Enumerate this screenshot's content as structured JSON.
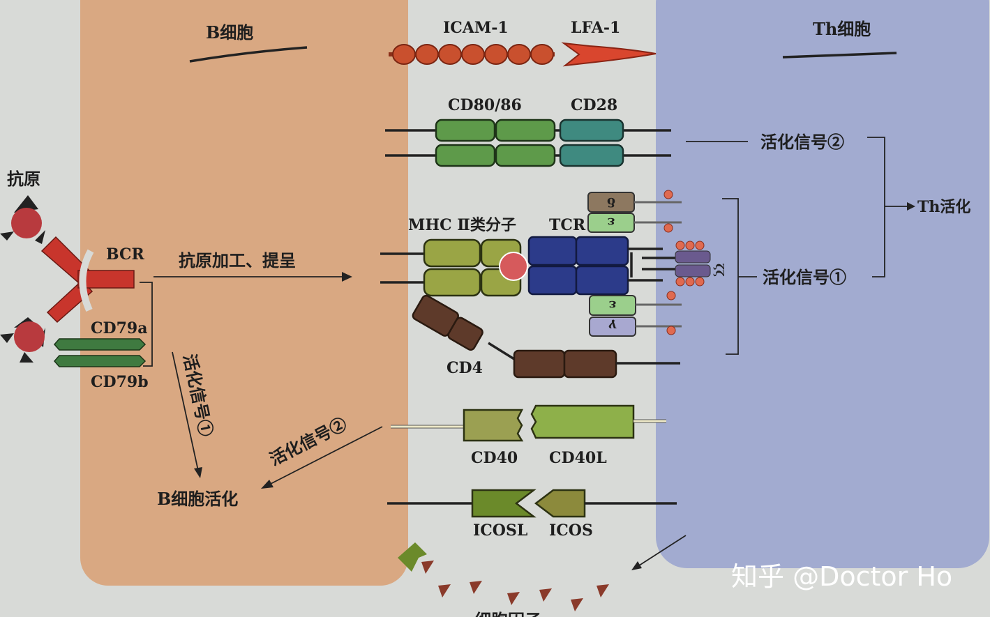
{
  "cells": {
    "b_cell": {
      "label": "B细胞",
      "color": "#d9a882"
    },
    "th_cell": {
      "label": "Th细胞",
      "color": "#a2abd0"
    }
  },
  "left": {
    "antigen": "抗原",
    "bcr": "BCR",
    "cd79a": "CD79a",
    "cd79b": "CD79b",
    "processing": "抗原加工、提呈",
    "signal1": "活化信号①",
    "signal2": "活化信号②",
    "b_activation": "B细胞活化"
  },
  "molecules": {
    "icam1": "ICAM-1",
    "lfa1": "LFA-1",
    "cd80_86": "CD80/86",
    "cd28": "CD28",
    "mhc2": "MHC Ⅱ类分子",
    "tcr": "TCR",
    "cd4": "CD4",
    "cd40": "CD40",
    "cd40l": "CD40L",
    "icosl": "ICOSL",
    "icos": "ICOS",
    "cd3_chains": [
      "δ",
      "ε",
      "ε",
      "γ"
    ],
    "zeta": "ζζ"
  },
  "right": {
    "signal2": "活化信号②",
    "signal1": "活化信号①",
    "th_activation": "Th活化"
  },
  "bottom": {
    "cytokines": "细胞因子"
  },
  "watermark": "知乎 @Doctor Ho"
}
